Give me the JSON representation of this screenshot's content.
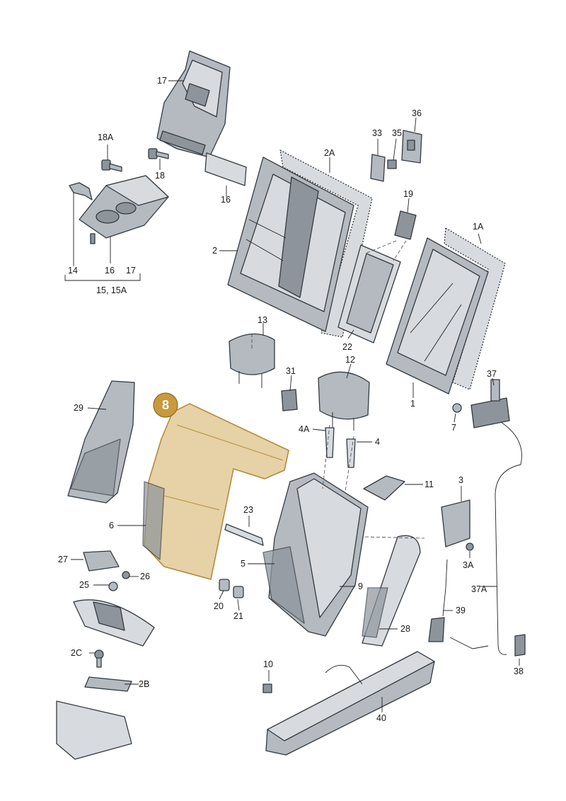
{
  "diagram": {
    "highlight_color": "#c89a3f",
    "part_color": "#b4bac0",
    "badge": {
      "text": "8",
      "color": "#c89a3f"
    },
    "labels": {
      "p17a": "17",
      "p18a": "18A",
      "p18": "18",
      "p16a": "16",
      "p14": "14",
      "p16b": "16",
      "p17b": "17",
      "group": "15, 15A",
      "p2": "2",
      "p2a": "2A",
      "p33": "33",
      "p35": "35",
      "p36": "36",
      "p19": "19",
      "p22": "22",
      "p1a": "1A",
      "p1": "1",
      "p13": "13",
      "p31": "31",
      "p12": "12",
      "p37": "37",
      "p7": "7",
      "p29": "29",
      "p6": "6",
      "p4a": "4A",
      "p4": "4",
      "p11": "11",
      "p3": "3",
      "p23": "23",
      "p5": "5",
      "p9": "9",
      "p3a": "3A",
      "p37a": "37A",
      "p27": "27",
      "p26": "26",
      "p25": "25",
      "p20": "20",
      "p21": "21",
      "p39": "39",
      "p28": "28",
      "p2c": "2C",
      "p2b": "2B",
      "p10": "10",
      "p38": "38",
      "p40": "40"
    }
  }
}
